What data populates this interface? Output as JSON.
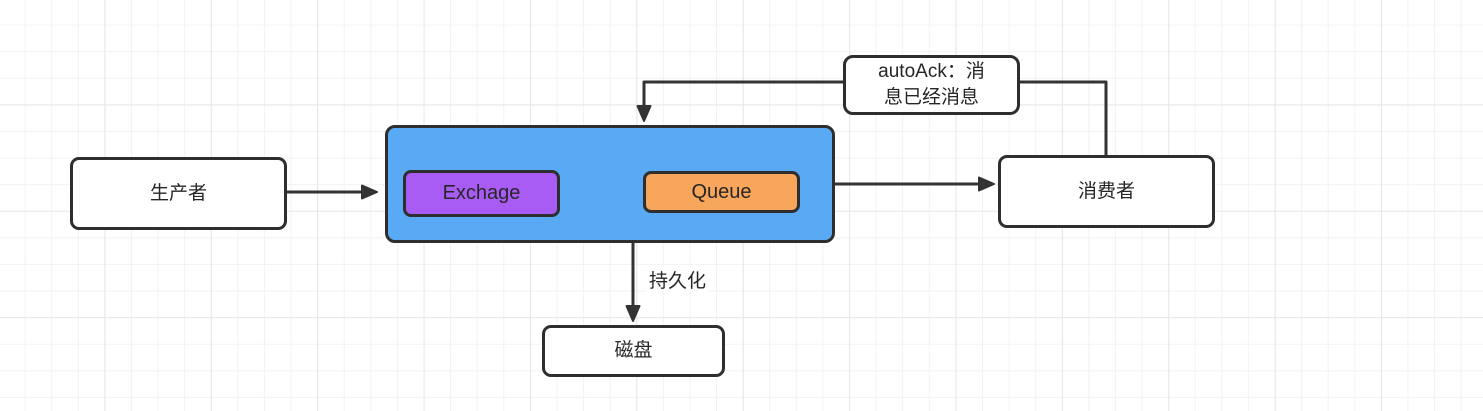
{
  "diagram": {
    "type": "flowchart",
    "nodes": {
      "producer": {
        "label": "生产者"
      },
      "broker_container": {
        "label": ""
      },
      "exchange": {
        "label": "Exchage"
      },
      "queue": {
        "label": "Queue"
      },
      "consumer": {
        "label": "消费者"
      },
      "disk": {
        "label": "磁盘"
      }
    },
    "edge_labels": {
      "auto_ack": {
        "label": "autoAck：消息已经消息",
        "lines": [
          "autoAck：消",
          "息已经消息"
        ]
      },
      "persistence": {
        "label": "持久化"
      }
    },
    "edges": [
      {
        "from": "producer",
        "to": "broker_container",
        "arrow": true
      },
      {
        "from": "exchange",
        "to": "queue",
        "arrow": true
      },
      {
        "from": "broker_container",
        "to": "consumer",
        "arrow": true
      },
      {
        "from": "consumer",
        "to": "broker_container",
        "arrow": true,
        "label": "autoAck：消息已经消息"
      },
      {
        "from": "broker_container",
        "to": "disk",
        "arrow": true,
        "label": "持久化"
      }
    ],
    "colors": {
      "broker_container_fill": "#59A9F4",
      "exchange_fill": "#A85CF4",
      "queue_fill": "#F8A65C",
      "node_fill": "#FFFFFF",
      "outline": "#2E2E2E",
      "connector": "#333333",
      "text": "#262626",
      "grid_minor": "#F2F2F2",
      "grid_major": "#E7E7E7",
      "canvas_background": "#FFFFFF"
    }
  }
}
